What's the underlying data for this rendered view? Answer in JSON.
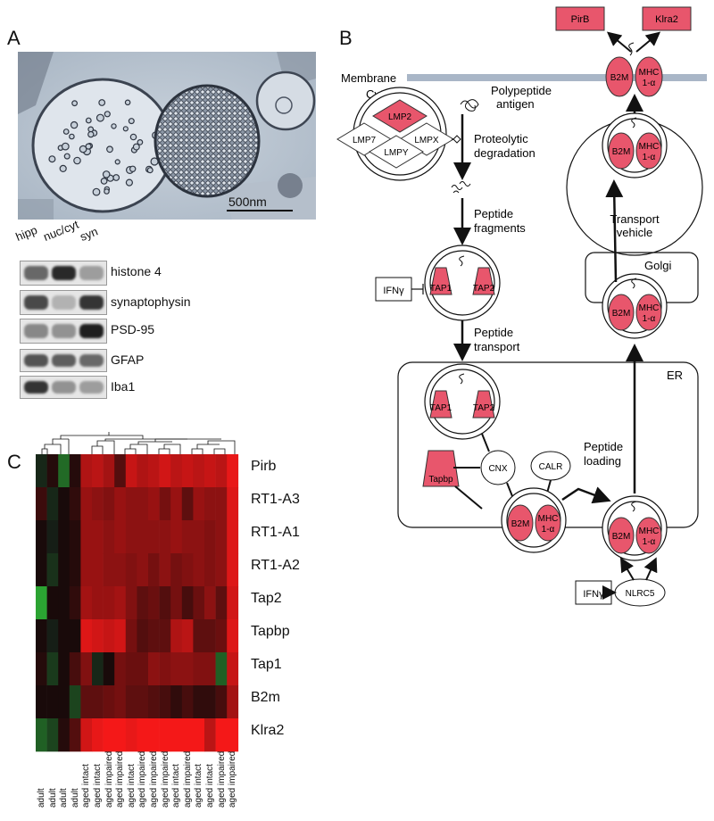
{
  "panels": {
    "a": "A",
    "b": "B",
    "c": "C"
  },
  "em": {
    "scale_bar": "500nm"
  },
  "western": {
    "lanes": [
      "hipp",
      "nuc/cyt",
      "syn"
    ],
    "bands": [
      {
        "label": "histone 4",
        "intensity": [
          0.6,
          0.9,
          0.35
        ]
      },
      {
        "label": "synaptophysin",
        "intensity": [
          0.75,
          0.25,
          0.85
        ]
      },
      {
        "label": "PSD-95",
        "intensity": [
          0.45,
          0.4,
          0.95
        ]
      },
      {
        "label": "GFAP",
        "intensity": [
          0.7,
          0.65,
          0.6
        ]
      },
      {
        "label": "Iba1",
        "intensity": [
          0.85,
          0.4,
          0.35
        ]
      }
    ]
  },
  "pathway": {
    "membrane": "Membrane",
    "cytoplasm": "Cytoplasm",
    "polypeptide": [
      "Polypeptide",
      "antigen"
    ],
    "proteolytic": [
      "Proteolytic",
      "degradation"
    ],
    "peptide_fragments": [
      "Peptide",
      "fragments"
    ],
    "peptide_transport": [
      "Peptide",
      "transport"
    ],
    "peptide_loading": [
      "Peptide",
      "loading"
    ],
    "transport_vehicle": [
      "Transport",
      "vehicle"
    ],
    "golgi": "Golgi",
    "er": "ER",
    "lmp2": "LMP2",
    "lmp7": "LMP7",
    "lmpx": "LMPX",
    "lmpy": "LMPY",
    "ifng": "IFNγ",
    "tap1": "TAP1",
    "tap2": "TAP2",
    "tapbp": "Tapbp",
    "cnx": "CNX",
    "calr": "CALR",
    "b2m": "B2M",
    "mhc": [
      "MHC",
      "1-α"
    ],
    "nlrc5": "NLRC5",
    "pirb": "PirB",
    "klra2": "Klra2"
  },
  "heatmap": {
    "genes": [
      "Pirb",
      "RT1-A3",
      "RT1-A1",
      "RT1-A2",
      "Tap2",
      "Tapbp",
      "Tap1",
      "B2m",
      "Klra2"
    ],
    "samples": [
      "adult",
      "adult",
      "adult",
      "adult",
      "aged intact",
      "aged intact",
      "aged impaired",
      "aged impaired",
      "aged intact",
      "aged impaired",
      "aged impaired",
      "aged impaired",
      "aged intact",
      "aged impaired",
      "aged intact",
      "aged intact",
      "aged impaired",
      "aged impaired"
    ],
    "values": [
      [
        -0.1,
        0.05,
        -0.45,
        0.05,
        0.65,
        0.7,
        0.6,
        0.25,
        0.75,
        0.65,
        0.7,
        0.8,
        0.7,
        0.75,
        0.7,
        0.75,
        0.7,
        0.9
      ],
      [
        0.15,
        -0.1,
        0.0,
        0.1,
        0.55,
        0.5,
        0.45,
        0.55,
        0.5,
        0.5,
        0.55,
        0.4,
        0.55,
        0.3,
        0.55,
        0.5,
        0.5,
        0.85
      ],
      [
        0.0,
        -0.05,
        0.0,
        0.05,
        0.55,
        0.55,
        0.5,
        0.55,
        0.5,
        0.5,
        0.5,
        0.5,
        0.55,
        0.5,
        0.5,
        0.45,
        0.5,
        0.85
      ],
      [
        0.0,
        -0.15,
        0.0,
        0.05,
        0.55,
        0.55,
        0.5,
        0.5,
        0.45,
        0.5,
        0.4,
        0.5,
        0.4,
        0.45,
        0.5,
        0.45,
        0.5,
        0.85
      ],
      [
        -0.75,
        0.0,
        0.0,
        0.1,
        0.6,
        0.55,
        0.55,
        0.6,
        0.45,
        0.3,
        0.35,
        0.25,
        0.4,
        0.2,
        0.35,
        0.5,
        0.3,
        0.8
      ],
      [
        0.0,
        -0.05,
        0.0,
        0.0,
        0.85,
        0.8,
        0.75,
        0.8,
        0.4,
        0.25,
        0.3,
        0.3,
        0.65,
        0.7,
        0.3,
        0.3,
        0.35,
        0.85
      ],
      [
        0.05,
        -0.2,
        0.0,
        0.2,
        0.45,
        -0.1,
        0.0,
        0.4,
        0.35,
        0.35,
        0.5,
        0.45,
        0.5,
        0.5,
        0.45,
        0.45,
        -0.4,
        0.75
      ],
      [
        0.0,
        0.0,
        0.0,
        -0.25,
        0.3,
        0.3,
        0.35,
        0.4,
        0.3,
        0.3,
        0.25,
        0.2,
        0.1,
        0.2,
        0.1,
        0.1,
        0.2,
        0.6
      ],
      [
        -0.4,
        -0.25,
        0.05,
        0.25,
        0.8,
        0.9,
        0.95,
        0.95,
        0.9,
        0.95,
        0.95,
        0.95,
        0.95,
        0.95,
        0.95,
        0.7,
        0.95,
        0.95
      ]
    ]
  }
}
